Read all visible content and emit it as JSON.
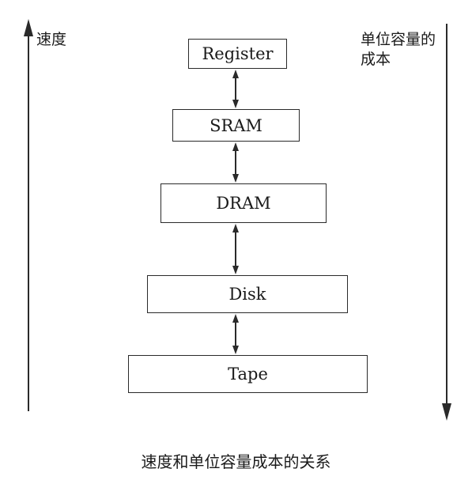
{
  "speed_label": "速度",
  "cost_label": "单位容量的成本",
  "caption": "速度和单位容量成本的关系",
  "levels": [
    {
      "name": "Register"
    },
    {
      "name": "SRAM"
    },
    {
      "name": "DRAM"
    },
    {
      "name": "Disk"
    },
    {
      "name": "Tape"
    }
  ],
  "colors": {
    "line": "#2a2a2a",
    "text": "#1a1a1a",
    "background": "#ffffff"
  }
}
